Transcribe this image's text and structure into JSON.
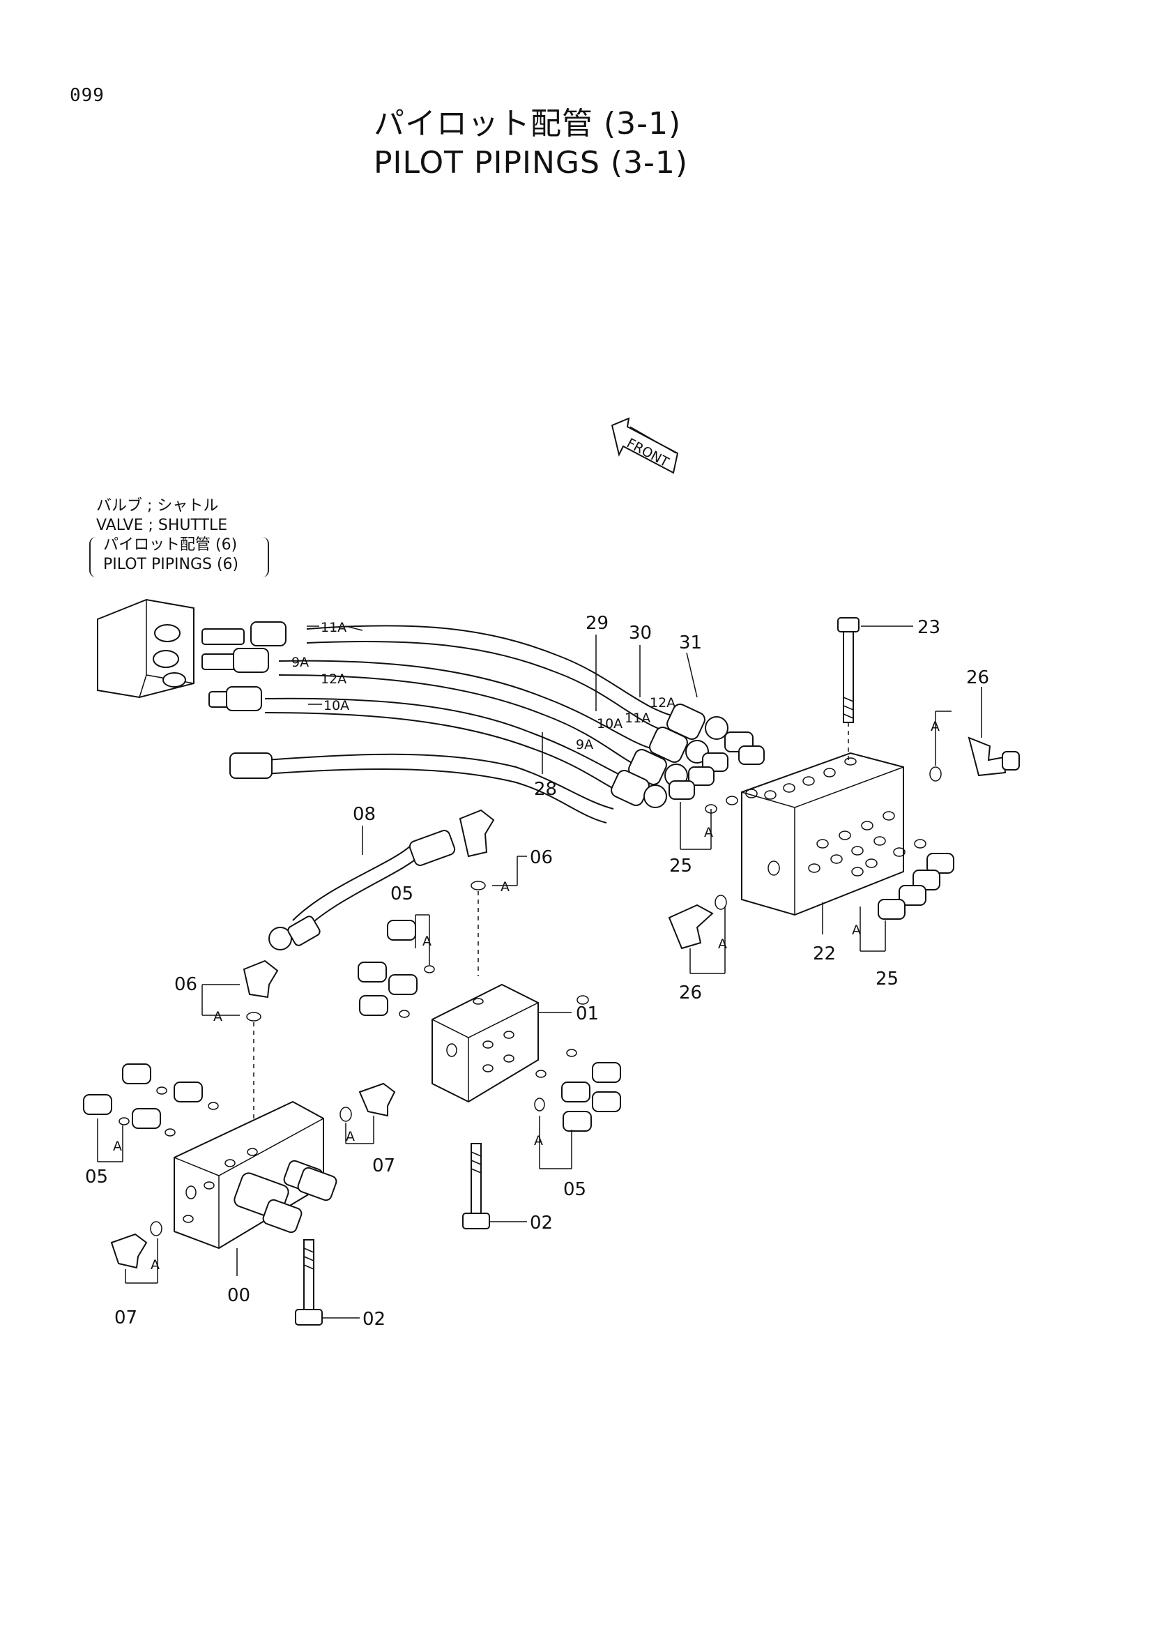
{
  "page_number": "099",
  "title": {
    "japanese": "パイロット配管 (3-1)",
    "english": "PILOT PIPINGS (3-1)"
  },
  "reference_note": {
    "line1": "バルブ ; シャトル",
    "line2": "VALVE ; SHUTTLE",
    "line3": "パイロット配管 (6)",
    "line4": "PILOT PIPINGS (6)"
  },
  "front_marker": "FRONT",
  "hose_labels": {
    "h11a_top": "11A",
    "h9a_left": "9A",
    "h12a_left": "12A",
    "h10a_left": "10A",
    "h12a_right": "12A",
    "h11a_right": "11A",
    "h10a_right": "10A",
    "h9a_right": "9A"
  },
  "part_callouts": {
    "c29": "29",
    "c30": "30",
    "c31": "31",
    "c23": "23",
    "c26_top": "26",
    "c28": "28",
    "c25_left": "25",
    "c22": "22",
    "c25_right": "25",
    "c26_bottom": "26",
    "c08": "08",
    "c06_top": "06",
    "c05_top": "05",
    "c06_left": "06",
    "c01": "01",
    "c05_left": "05",
    "c07_right": "07",
    "c05_right": "05",
    "c02_mid": "02",
    "c00": "00",
    "c07_bottom": "07",
    "c02_bottom": "02"
  },
  "seal_marks": {
    "a1": "A",
    "a2": "A",
    "a3": "A",
    "a4": "A",
    "a5": "A",
    "a6": "A",
    "a7": "A",
    "a8": "A",
    "a9": "A",
    "a10": "A",
    "a11": "A",
    "a12": "A"
  }
}
